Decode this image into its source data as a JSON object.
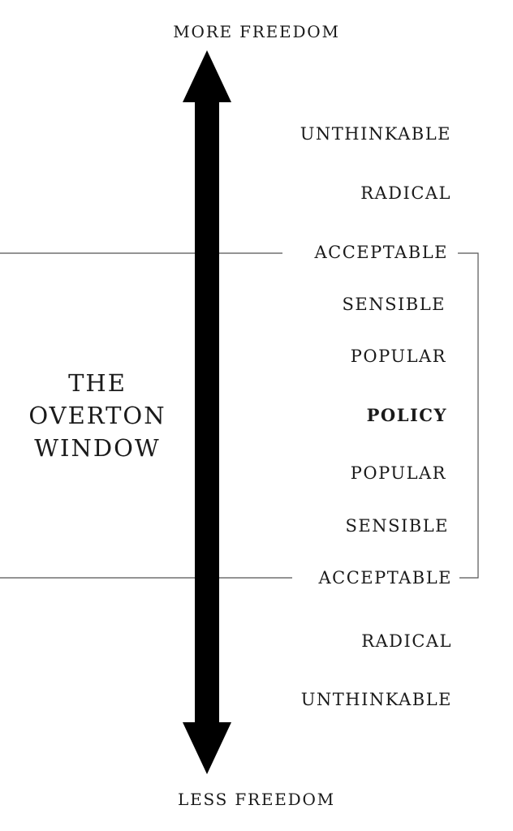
{
  "axis": {
    "top_label": "MORE FREEDOM",
    "bottom_label": "LESS FREEDOM"
  },
  "title": {
    "line1": "THE",
    "line2": "OVERTON",
    "line3": "WINDOW"
  },
  "levels": [
    {
      "label": "UNTHINKABLE"
    },
    {
      "label": "RADICAL"
    },
    {
      "label": "ACCEPTABLE"
    },
    {
      "label": "SENSIBLE"
    },
    {
      "label": "POPULAR"
    },
    {
      "label": "POLICY"
    },
    {
      "label": "POPULAR"
    },
    {
      "label": "SENSIBLE"
    },
    {
      "label": "ACCEPTABLE"
    },
    {
      "label": "RADICAL"
    },
    {
      "label": "UNTHINKABLE"
    }
  ],
  "colors": {
    "ink": "#000000",
    "line": "#555555",
    "text": "#1a1a1a"
  }
}
